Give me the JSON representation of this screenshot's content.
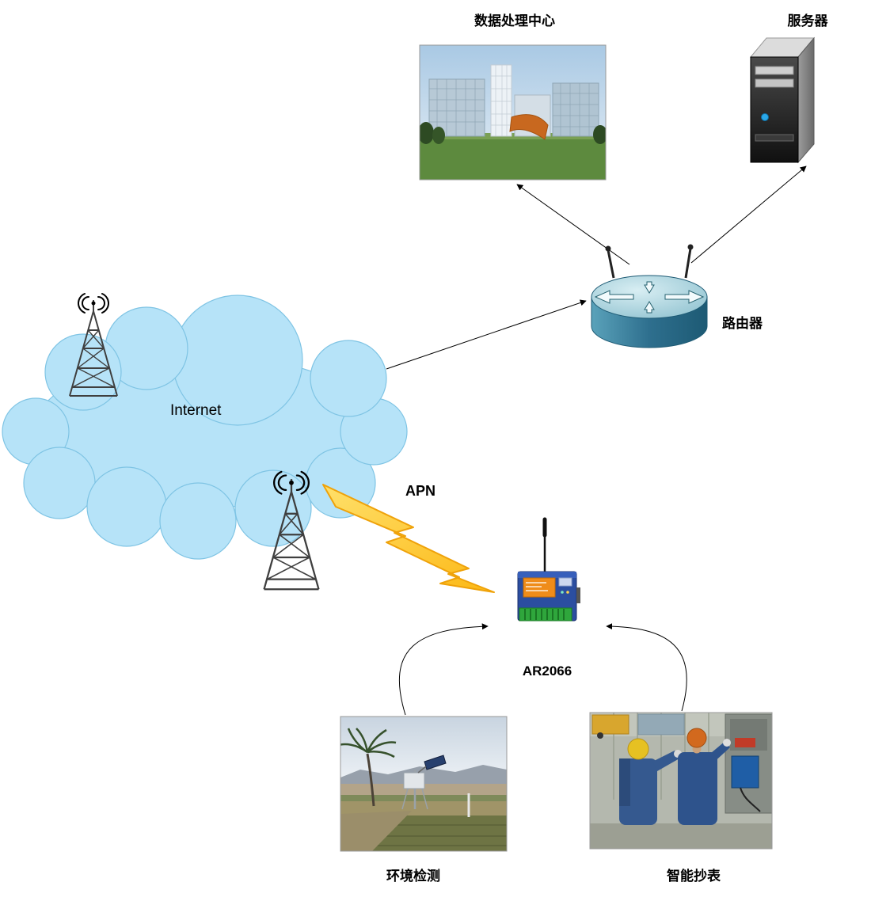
{
  "diagram": {
    "type": "network-topology",
    "background": "#ffffff",
    "nodes": [
      {
        "id": "data-center",
        "label": "数据处理中心",
        "icon": "office-building-photo"
      },
      {
        "id": "server",
        "label": "服务器",
        "icon": "server-tower-icon"
      },
      {
        "id": "router",
        "label": "路由器",
        "icon": "router-cylinder-icon"
      },
      {
        "id": "internet",
        "label": "Internet",
        "icon": "cloud-icon"
      },
      {
        "id": "apn-link",
        "label": "APN",
        "icon": "lightning-bolt-icon"
      },
      {
        "id": "gprs-dtu",
        "label": "AR2066",
        "icon": "gprs-modem-icon"
      },
      {
        "id": "environment-monitoring",
        "label": "环境检测",
        "icon": "environment-station-photo"
      },
      {
        "id": "smart-meter-reading",
        "label": "智能抄表",
        "icon": "meter-workers-photo"
      }
    ],
    "decorations": [
      "cell-tower-icon",
      "cell-tower-icon"
    ],
    "edges": [
      {
        "from": "internet",
        "to": "router",
        "style": "straight-arrow"
      },
      {
        "from": "router",
        "to": "data-center",
        "style": "straight-arrow"
      },
      {
        "from": "router",
        "to": "server",
        "style": "straight-arrow"
      },
      {
        "from": "environment-monitoring",
        "to": "gprs-dtu",
        "style": "curved-arrow"
      },
      {
        "from": "smart-meter-reading",
        "to": "gprs-dtu",
        "style": "curved-arrow"
      },
      {
        "from": "gprs-dtu",
        "to": "internet",
        "style": "lightning",
        "label": "APN"
      }
    ],
    "colors": {
      "cloud_fill": "#b6e3f8",
      "cloud_edge": "#7fc4e4",
      "lightning_fill": "#ffd24d",
      "lightning_edge": "#efa20a",
      "router_body": "#2e6f8e",
      "router_top": "#bfe0e8",
      "line": "#000000",
      "label_text": "#000000"
    }
  }
}
